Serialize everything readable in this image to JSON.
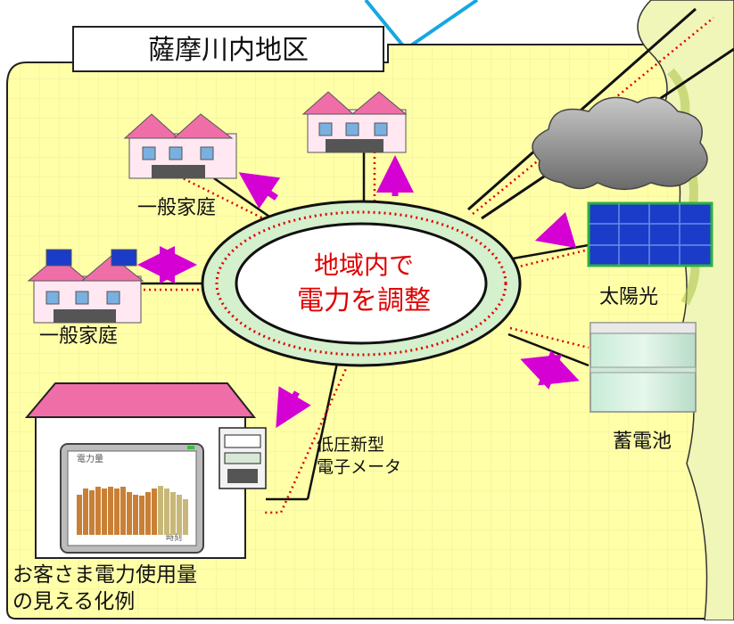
{
  "title": "薩摩川内地区",
  "center_label": {
    "line1": "地域内で",
    "line2": "電力を調整"
  },
  "labels": {
    "house_top_left": "一般家庭",
    "house_mid_left": "一般家庭",
    "solar": "太陽光",
    "battery": "蓄電池",
    "meter_line1": "低圧新型",
    "meter_line2": "電子メータ",
    "display_line1": "お客さま電力使用量",
    "display_line2": "の見える化例"
  },
  "screen_chart": {
    "header": "電力量",
    "footer": "時刻"
  },
  "colors": {
    "background": "#ffffa8",
    "ring": "#d4f0cc",
    "ring_inner": "#ffffff",
    "arrow": "#d400d4",
    "red_dotted": "#e00000",
    "center_text": "#e00000",
    "roof_pink": "#f06ea8",
    "solar_blue": "#1a3cc8",
    "sky_line": "#16a8e0"
  }
}
